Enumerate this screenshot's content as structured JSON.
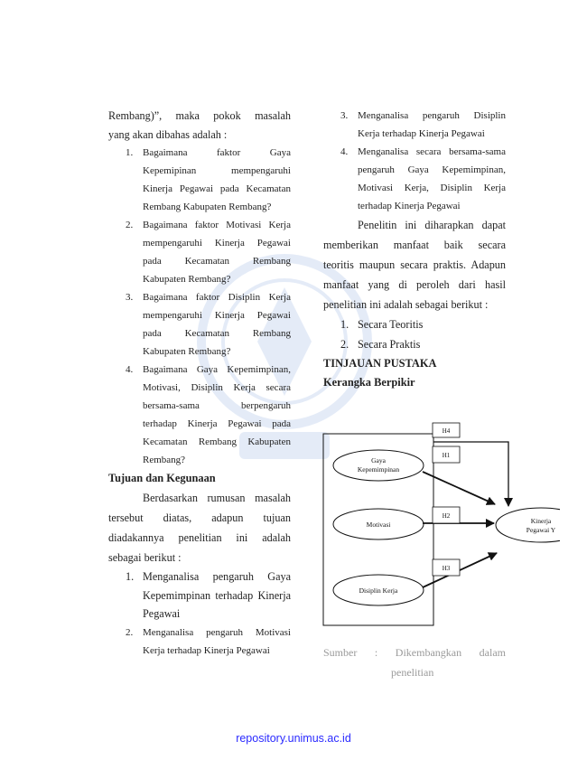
{
  "left": {
    "intro_line1": "Rembang)”, maka pokok masalah",
    "intro_line2": "yang akan dibahas adalah :",
    "q1": {
      "num": "1.",
      "lines": [
        "Bagaimana faktor Gaya",
        "Kepemipinan mempengaruhi",
        "Kinerja Pegawai pada Kecamatan",
        "Rembang Kabupaten Rembang?"
      ]
    },
    "q2": {
      "num": "2.",
      "lines": [
        "Bagaimana faktor Motivasi Kerja",
        "mempengaruhi Kinerja Pegawai",
        "pada Kecamatan Rembang",
        "Kabupaten Rembang?"
      ]
    },
    "q3": {
      "num": "3.",
      "lines": [
        "Bagaimana faktor Disiplin Kerja",
        "mempengaruhi Kinerja Pegawai",
        "pada Kecamatan Rembang",
        "Kabupaten Rembang?"
      ]
    },
    "q4": {
      "num": "4.",
      "lines": [
        "Bagaimana Gaya Kepemimpinan,",
        "Motivasi, Disiplin Kerja secara",
        "bersama-sama berpengaruh",
        "terhadap Kinerja Pegawai pada",
        "Kecamatan Rembang Kabupaten",
        "Rembang?"
      ]
    },
    "heading_tujuan": "Tujuan dan Kegunaan",
    "tujuan_lines": [
      "Berdasarkan rumusan masalah",
      "tersebut diatas, adapun tujuan",
      "diadakannya penelitian ini adalah",
      "sebagai berikut :"
    ],
    "t1": {
      "num": "1.",
      "lines": [
        "Menganalisa pengaruh Gaya",
        "Kepemimpinan terhadap Kinerja",
        "Pegawai"
      ]
    },
    "t2": {
      "num": "2.",
      "lines": [
        "Menganalisa pengaruh Motivasi",
        "Kerja terhadap Kinerja Pegawai"
      ]
    }
  },
  "right": {
    "t3": {
      "num": "3.",
      "lines": [
        "Menganalisa pengaruh Disiplin",
        "Kerja terhadap Kinerja Pegawai"
      ]
    },
    "t4": {
      "num": "4.",
      "lines": [
        "Menganalisa secara bersama-sama",
        "pengaruh Gaya Kepemimpinan,",
        "Motivasi Kerja, Disiplin Kerja",
        "terhadap Kinerja Pegawai"
      ]
    },
    "manfaat_lines": [
      "Penelitin ini diharapkan dapat",
      "memberikan manfaat baik secara",
      "teoritis maupun secara praktis. Adapun",
      "manfaat yang di peroleh dari hasil",
      "penelitian ini adalah sebagai berikut :"
    ],
    "m1": {
      "num": "1.",
      "text": "Secara Teoritis"
    },
    "m2": {
      "num": "2.",
      "text": "Secara Praktis"
    },
    "heading_tinjauan": "TINJAUAN PUSTAKA",
    "heading_kerangka": "Kerangka Berpikir"
  },
  "diagram": {
    "node_gaya_l1": "Gaya",
    "node_gaya_l2": "Kepemimpinan",
    "node_motivasi": "Motivasi",
    "node_disiplin": "Disiplin Kerja",
    "node_kinerja_l1": "Kinerja",
    "node_kinerja_l2": "Pegawai Y",
    "h4": "H4",
    "h1": "H1",
    "h2": "H2",
    "h3": "H3"
  },
  "caption": {
    "line1": "Sumber : Dikembangkan dalam",
    "line2": "penelitian"
  },
  "footer": "repository.unimus.ac.id",
  "colors": {
    "footer_link": "#2a2aff",
    "caption": "#9a9a9a",
    "watermark": "#3a6fc4"
  }
}
